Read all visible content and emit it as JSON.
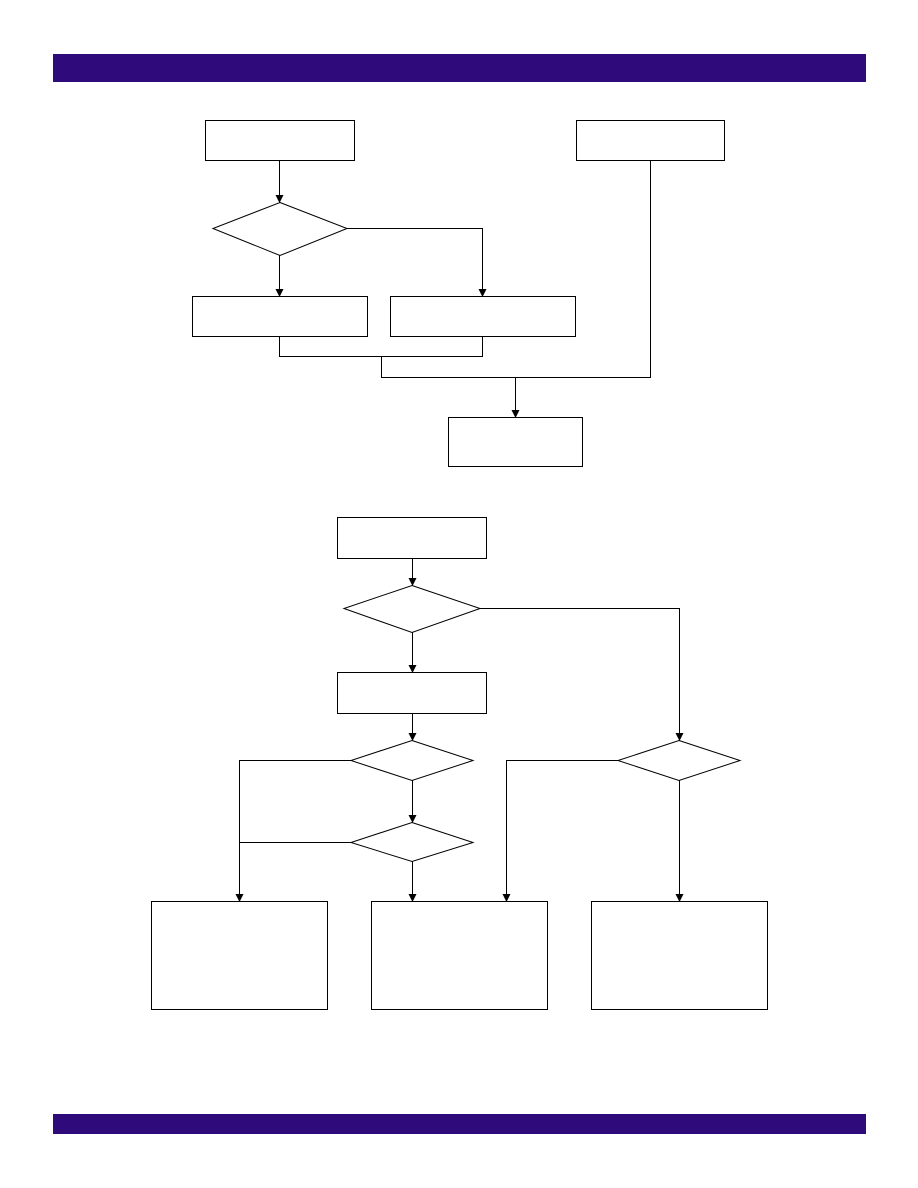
{
  "colors": {
    "header_band": "#2e0a7a",
    "footer_band": "#2e0a7a",
    "line": "#000000",
    "box_fill": "#ffffff"
  },
  "diagrams": [
    {
      "nodes": [
        {
          "id": "a1",
          "shape": "rect",
          "label": ""
        },
        {
          "id": "a2",
          "shape": "rect",
          "label": ""
        },
        {
          "id": "a-d1",
          "shape": "diamond",
          "label": ""
        },
        {
          "id": "a3",
          "shape": "rect",
          "label": ""
        },
        {
          "id": "a4",
          "shape": "rect",
          "label": ""
        },
        {
          "id": "a5",
          "shape": "rect",
          "label": ""
        }
      ],
      "edges": [
        {
          "from": "a1",
          "to": "a-d1"
        },
        {
          "from": "a-d1",
          "to": "a3"
        },
        {
          "from": "a-d1",
          "to": "a4"
        },
        {
          "from": "a3",
          "to": "a5"
        },
        {
          "from": "a4",
          "to": "a5"
        },
        {
          "from": "a2",
          "to": "a5"
        }
      ]
    },
    {
      "nodes": [
        {
          "id": "b1",
          "shape": "rect",
          "label": ""
        },
        {
          "id": "b-d1",
          "shape": "diamond",
          "label": ""
        },
        {
          "id": "b2",
          "shape": "rect",
          "label": ""
        },
        {
          "id": "b-d2",
          "shape": "diamond",
          "label": ""
        },
        {
          "id": "b-d3",
          "shape": "diamond",
          "label": ""
        },
        {
          "id": "b-d4",
          "shape": "diamond",
          "label": ""
        },
        {
          "id": "b3",
          "shape": "rect",
          "label": ""
        },
        {
          "id": "b4",
          "shape": "rect",
          "label": ""
        },
        {
          "id": "b5",
          "shape": "rect",
          "label": ""
        }
      ],
      "edges": [
        {
          "from": "b1",
          "to": "b-d1"
        },
        {
          "from": "b-d1",
          "to": "b2"
        },
        {
          "from": "b-d1",
          "to": "b-d4"
        },
        {
          "from": "b2",
          "to": "b-d2"
        },
        {
          "from": "b-d2",
          "to": "b-d3"
        },
        {
          "from": "b-d2",
          "to": "b3"
        },
        {
          "from": "b-d3",
          "to": "b3"
        },
        {
          "from": "b-d3",
          "to": "b4"
        },
        {
          "from": "b-d4",
          "to": "b4"
        },
        {
          "from": "b-d4",
          "to": "b5"
        }
      ]
    }
  ]
}
